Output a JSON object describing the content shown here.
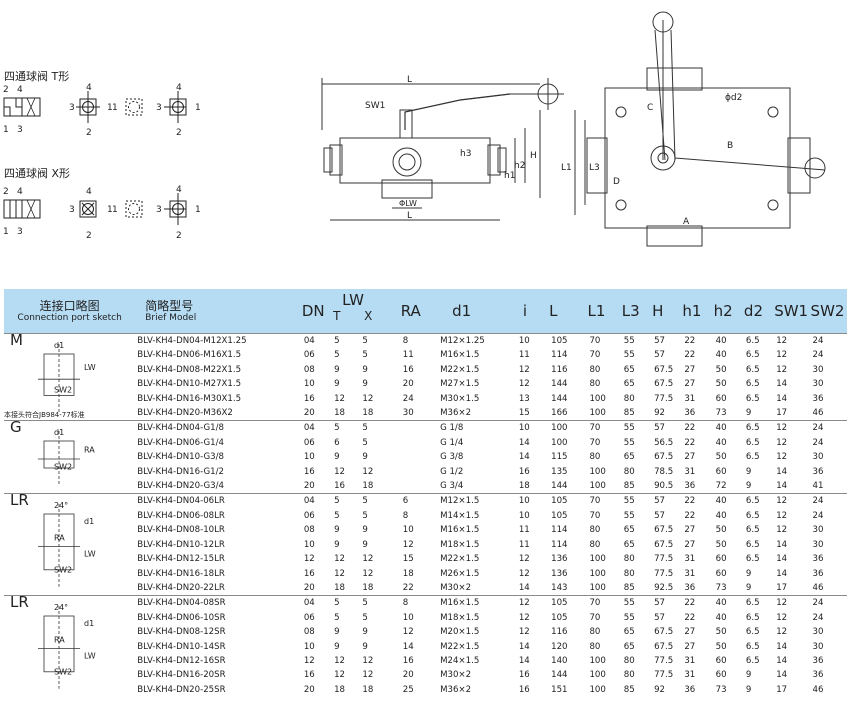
{
  "symbols": {
    "t_title": "四通球阀 T形",
    "x_title": "四通球阀 X形",
    "port_labels": {
      "p1": "1",
      "p2": "2",
      "p3": "3",
      "p4": "4"
    }
  },
  "drawing_labels": {
    "L": "L",
    "SW1": "SW1",
    "h3": "h3",
    "h1": "h1",
    "h2": "h2",
    "H": "H",
    "phiLW": "ΦLW",
    "L_bottom": "L",
    "phid2": "ϕd2",
    "C": "C",
    "B": "B",
    "D": "D",
    "A": "A",
    "L1": "L1",
    "L3": "L3"
  },
  "table": {
    "header": {
      "sketch_cn": "连接口略图",
      "sketch_en": "Connection port sketch",
      "model_cn": "简略型号",
      "model_en": "Brief Model",
      "dn": "DN",
      "lw": "LW",
      "lw_t": "T",
      "lw_x": "X",
      "ra": "RA",
      "d1": "d1",
      "i": "i",
      "l": "L",
      "l1": "L1",
      "l3": "L3",
      "h": "H",
      "h1": "h1",
      "h2": "h2",
      "d2": "d2",
      "sw1": "SW1",
      "sw2": "SW2"
    },
    "groups": [
      {
        "letter": "M",
        "note": "本接头符合JB984-77标准",
        "sketch_labels": [
          "d1",
          "LW",
          "SW2"
        ],
        "rows": [
          [
            "BLV-KH4-DN04-M12X1.25",
            "04",
            "5",
            "5",
            "8",
            "M12×1.25",
            "10",
            "105",
            "70",
            "55",
            "57",
            "22",
            "40",
            "6.5",
            "12",
            "24"
          ],
          [
            "BLV-KH4-DN06-M16X1.5",
            "06",
            "5",
            "5",
            "11",
            "M16×1.5",
            "11",
            "114",
            "70",
            "55",
            "57",
            "22",
            "40",
            "6.5",
            "12",
            "24"
          ],
          [
            "BLV-KH4-DN08-M22X1.5",
            "08",
            "9",
            "9",
            "16",
            "M22×1.5",
            "12",
            "116",
            "80",
            "65",
            "67.5",
            "27",
            "50",
            "6.5",
            "12",
            "30"
          ],
          [
            "BLV-KH4-DN10-M27X1.5",
            "10",
            "9",
            "9",
            "20",
            "M27×1.5",
            "12",
            "144",
            "80",
            "65",
            "67.5",
            "27",
            "50",
            "6.5",
            "14",
            "30"
          ],
          [
            "BLV-KH4-DN16-M30X1.5",
            "16",
            "12",
            "12",
            "24",
            "M30×1.5",
            "13",
            "144",
            "100",
            "80",
            "77.5",
            "31",
            "60",
            "6.5",
            "14",
            "36"
          ],
          [
            "BLV-KH4-DN20-M36X2",
            "20",
            "18",
            "18",
            "30",
            "M36×2",
            "15",
            "166",
            "100",
            "85",
            "92",
            "36",
            "73",
            "9",
            "17",
            "46"
          ]
        ]
      },
      {
        "letter": "G",
        "sketch_labels": [
          "d1",
          "RA",
          "SW2"
        ],
        "rows": [
          [
            "BLV-KH4-DN04-G1/8",
            "04",
            "5",
            "5",
            "",
            "G 1/8",
            "10",
            "100",
            "70",
            "55",
            "57",
            "22",
            "40",
            "6.5",
            "12",
            "24"
          ],
          [
            "BLV-KH4-DN06-G1/4",
            "06",
            "6",
            "5",
            "",
            "G 1/4",
            "14",
            "100",
            "70",
            "55",
            "56.5",
            "22",
            "40",
            "6.5",
            "12",
            "24"
          ],
          [
            "BLV-KH4-DN10-G3/8",
            "10",
            "9",
            "9",
            "",
            "G 3/8",
            "14",
            "115",
            "80",
            "65",
            "67.5",
            "27",
            "50",
            "6.5",
            "12",
            "30"
          ],
          [
            "BLV-KH4-DN16-G1/2",
            "16",
            "12",
            "12",
            "",
            "G 1/2",
            "16",
            "135",
            "100",
            "80",
            "78.5",
            "31",
            "60",
            "9",
            "14",
            "36"
          ],
          [
            "BLV-KH4-DN20-G3/4",
            "20",
            "16",
            "18",
            "",
            "G 3/4",
            "18",
            "144",
            "100",
            "85",
            "90.5",
            "36",
            "72",
            "9",
            "14",
            "41"
          ]
        ]
      },
      {
        "letter": "LR",
        "sketch_labels": [
          "24°",
          "d1",
          "RA",
          "LW",
          "SW2"
        ],
        "rows": [
          [
            "BLV-KH4-DN04-06LR",
            "04",
            "5",
            "5",
            "6",
            "M12×1.5",
            "10",
            "105",
            "70",
            "55",
            "57",
            "22",
            "40",
            "6.5",
            "12",
            "24"
          ],
          [
            "BLV-KH4-DN06-08LR",
            "06",
            "5",
            "5",
            "8",
            "M14×1.5",
            "10",
            "105",
            "70",
            "55",
            "57",
            "22",
            "40",
            "6.5",
            "12",
            "24"
          ],
          [
            "BLV-KH4-DN08-10LR",
            "08",
            "9",
            "9",
            "10",
            "M16×1.5",
            "11",
            "114",
            "80",
            "65",
            "67.5",
            "27",
            "50",
            "6.5",
            "12",
            "30"
          ],
          [
            "BLV-KH4-DN10-12LR",
            "10",
            "9",
            "9",
            "12",
            "M18×1.5",
            "11",
            "114",
            "80",
            "65",
            "67.5",
            "27",
            "50",
            "6.5",
            "14",
            "30"
          ],
          [
            "BLV-KH4-DN12-15LR",
            "12",
            "12",
            "12",
            "15",
            "M22×1.5",
            "12",
            "136",
            "100",
            "80",
            "77.5",
            "31",
            "60",
            "6.5",
            "14",
            "36"
          ],
          [
            "BLV-KH4-DN16-18LR",
            "16",
            "12",
            "12",
            "18",
            "M26×1.5",
            "12",
            "136",
            "100",
            "80",
            "77.5",
            "31",
            "60",
            "9",
            "14",
            "36"
          ],
          [
            "BLV-KH4-DN20-22LR",
            "20",
            "18",
            "18",
            "22",
            "M30×2",
            "14",
            "143",
            "100",
            "85",
            "92.5",
            "36",
            "73",
            "9",
            "17",
            "46"
          ]
        ]
      },
      {
        "letter": "LR",
        "sketch_labels": [
          "24°",
          "d1",
          "RA",
          "LW",
          "SW2"
        ],
        "rows": [
          [
            "BLV-KH4-DN04-08SR",
            "04",
            "5",
            "5",
            "8",
            "M16×1.5",
            "12",
            "105",
            "70",
            "55",
            "57",
            "22",
            "40",
            "6.5",
            "12",
            "24"
          ],
          [
            "BLV-KH4-DN06-10SR",
            "06",
            "5",
            "5",
            "10",
            "M18×1.5",
            "12",
            "105",
            "70",
            "55",
            "57",
            "22",
            "40",
            "6.5",
            "12",
            "24"
          ],
          [
            "BLV-KH4-DN08-12SR",
            "08",
            "9",
            "9",
            "12",
            "M20×1.5",
            "12",
            "116",
            "80",
            "65",
            "67.5",
            "27",
            "50",
            "6.5",
            "12",
            "30"
          ],
          [
            "BLV-KH4-DN10-14SR",
            "10",
            "9",
            "9",
            "14",
            "M22×1.5",
            "14",
            "120",
            "80",
            "65",
            "67.5",
            "27",
            "50",
            "6.5",
            "14",
            "30"
          ],
          [
            "BLV-KH4-DN12-16SR",
            "12",
            "12",
            "12",
            "16",
            "M24×1.5",
            "14",
            "140",
            "100",
            "80",
            "77.5",
            "31",
            "60",
            "6.5",
            "14",
            "36"
          ],
          [
            "BLV-KH4-DN16-20SR",
            "16",
            "12",
            "12",
            "20",
            "M30×2",
            "16",
            "144",
            "100",
            "80",
            "77.5",
            "31",
            "60",
            "9",
            "14",
            "36"
          ],
          [
            "BLV-KH4-DN20-25SR",
            "20",
            "18",
            "18",
            "25",
            "M36×2",
            "16",
            "151",
            "100",
            "85",
            "92",
            "36",
            "73",
            "9",
            "17",
            "46"
          ]
        ]
      }
    ]
  }
}
